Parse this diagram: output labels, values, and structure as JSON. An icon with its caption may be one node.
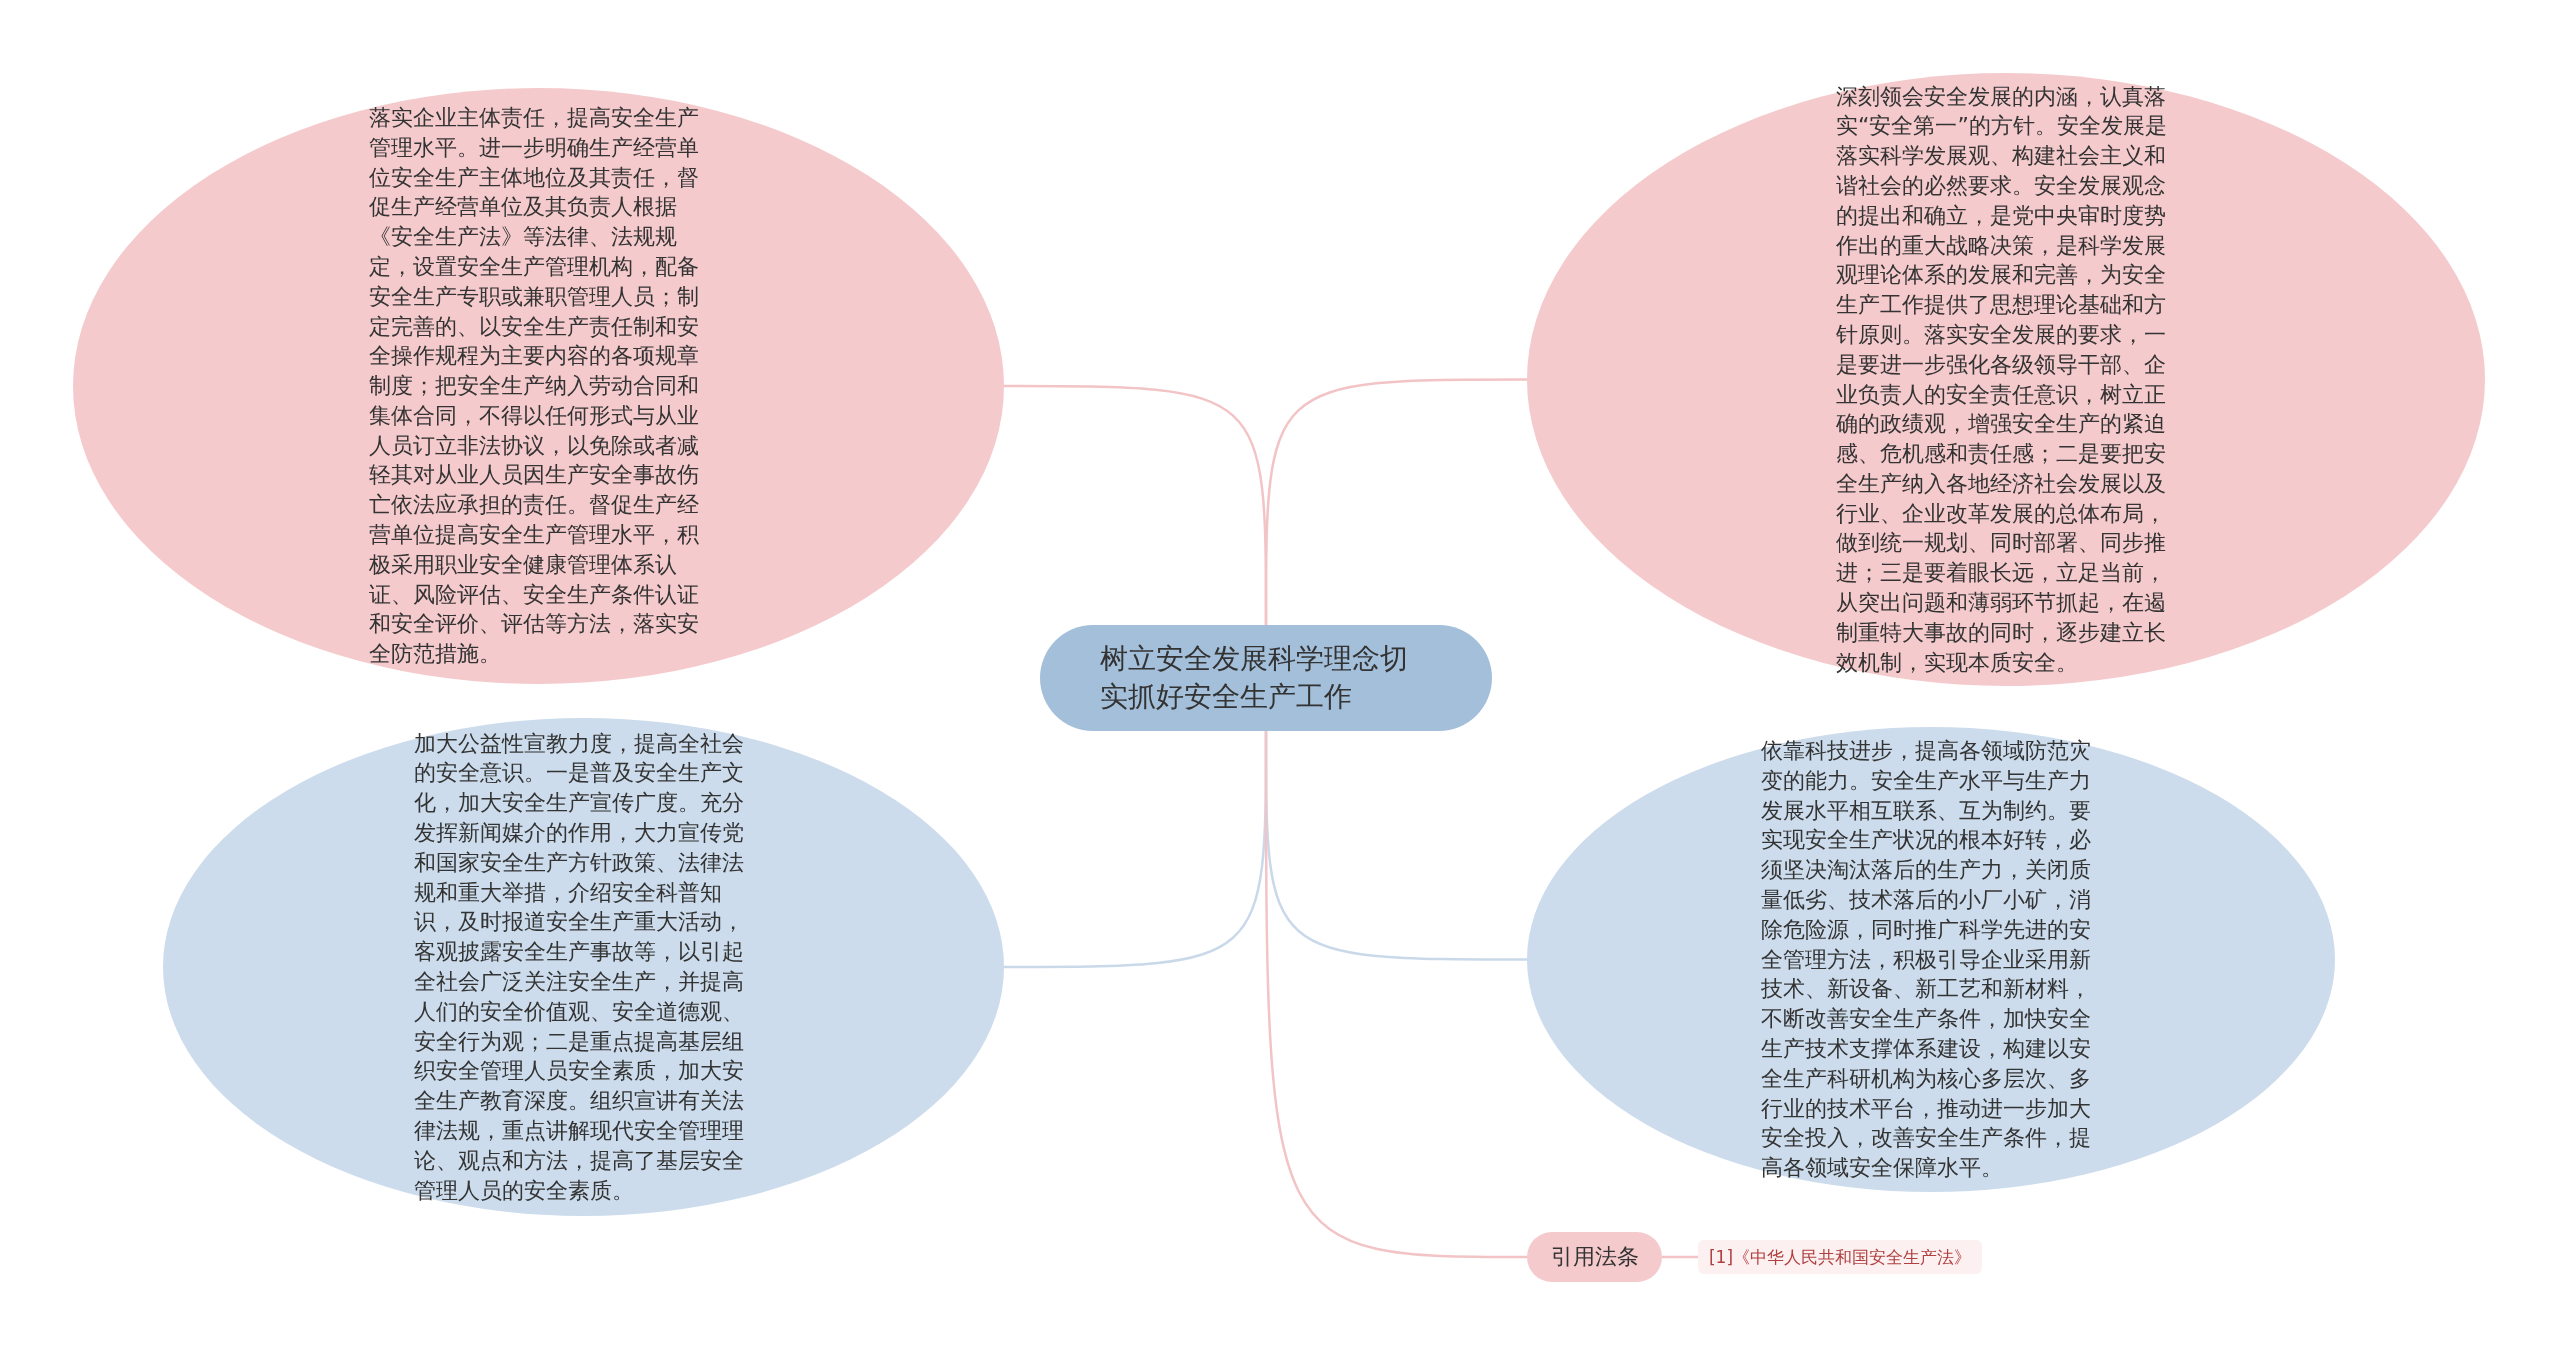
{
  "diagram": {
    "nodes": [
      {
        "text": [
          "树立安全发展科学理念切实抓好安全生产工作"
        ]
      },
      {
        "text": [
          "落实企业主体责任，提高安全生产管理水平。进一步明确生产经营单位安全生产主体地位及其责任，督促生产经营单位及其负责人根据《安全生产法》等法律、法规规定，设置安全生产管理机构，配备安全生产专职或兼职管理人员；制定完善的、以安全生产责任制和安全操作规程为主要内容的各项规章制度；把安全生产纳入劳动合同和集体合同，不得以任何形式与从业人员订立非法协议，以免除或者减轻其对从业人员因生产安全事故伤亡依法应承担的责任。督促生产经营单位提高安全生产管理水平，积极采用职业安全健康管理体系认证、风险评估、安全生产条件认证和安全评价、评估等方法，落实安全防范措施。"
        ]
      },
      {
        "text": [
          "深刻领会安全发展的内涵，认真落实“安全第一”的方针。安全发展是落实科学发展观、构建社会主义和谐社会的必然要求。安全发展观念的提出和确立，是党中央审时度势作出的重大战略决策，是科学发展观理论体系的发展和完善，为安全生产工作提供了思想理论基础和方针原则。落实安全发展的要求，一是要进一步强化各级领导干部、企业负责人的安全责任意识，树立正确的政绩观，增强安全生产的紧迫感、危机感和责任感；二是要把安全生产纳入各地经济社会发展以及行业、企业改革发展的总体布局，做到统一规划、同时部署、同步推进；三是要着眼长远，立足当前，从突出问题和薄弱环节抓起，在遏制重特大事故的同时，逐步建立长效机制，实现本质安全。"
        ]
      },
      {
        "text": [
          "加大公益性宣教力度，提高全社会的安全意识。一是普及安全生产文化，加大安全生产宣传广度。充分发挥新闻媒介的作用，大力宣传党和国家安全生产方针政策、法律法规和重大举措，介绍安全科普知识，及时报道安全生产重大活动，客观披露安全生产事故等，以引起全社会广泛关注安全生产，并提高人们的安全价值观、安全道德观、安全行为观；二是重点提高基层组织安全管理人员安全素质，加大安全生产教育深度。组织宣讲有关法律法规，重点讲解现代安全管理理论、观点和方法，提高了基层安全管理人员的安全素质。"
        ]
      },
      {
        "text": [
          "依靠科技进步，提高各领域防范灾变的能力。安全生产水平与生产力发展水平相互联系、互为制约。要实现安全生产状况的根本好转，必须坚决淘汰落后的生产力，关闭质量低劣、技术落后的小厂小矿，消除危险源，同时推广科学先进的安全管理方法，积极引导企业采用新技术、新设备、新工艺和新材料，不断改善安全生产条件，加快安全生产技术支撑体系建设，构建以安全生产科研机构为核心多层次、多行业的技术平台，推动进一步加大安全投入，改善安全生产条件，提高各领域安全保障水平。"
        ]
      },
      {
        "text": [
          "引用法条"
        ]
      },
      {
        "text": [
          "[1]《中华人民共和国安全生产法》"
        ]
      }
    ],
    "edges": [
      {
        "from": 0,
        "to": 1,
        "arrow": "none",
        "color": "#f2c4c6"
      },
      {
        "from": 0,
        "to": 2,
        "arrow": "none",
        "color": "#f2c4c6"
      },
      {
        "from": 0,
        "to": 3,
        "arrow": "none",
        "color": "#c9d9ea"
      },
      {
        "from": 0,
        "to": 4,
        "arrow": "none",
        "color": "#c9d9ea"
      },
      {
        "from": 0,
        "to": 5,
        "arrow": "none",
        "color": "#f2c4c6"
      },
      {
        "from": 5,
        "to": 6,
        "arrow": "none",
        "color": "#f2c4c6"
      }
    ]
  }
}
